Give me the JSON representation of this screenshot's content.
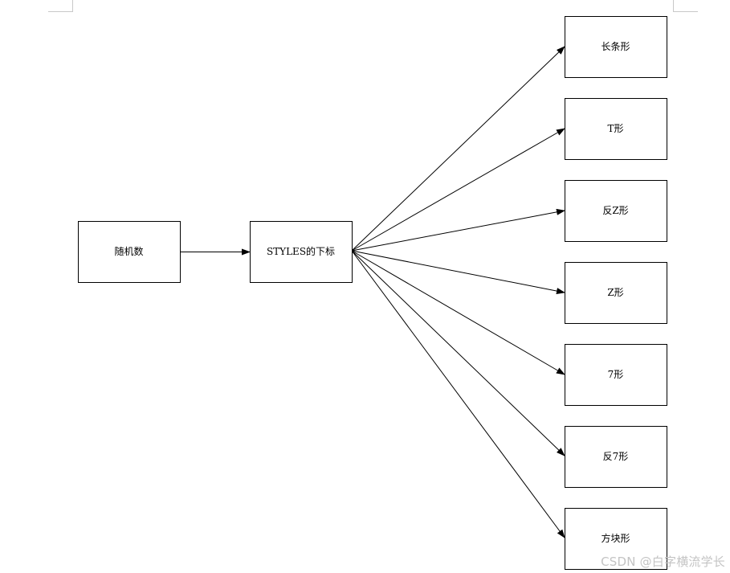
{
  "diagram": {
    "source": {
      "id": "random",
      "label": "随机数"
    },
    "middle": {
      "id": "styles-index",
      "label": "STYLES的下标"
    },
    "targets": [
      {
        "id": "long-bar",
        "label": "长条形"
      },
      {
        "id": "t-shape",
        "label": "T形"
      },
      {
        "id": "reverse-z",
        "label": "反Z形"
      },
      {
        "id": "z-shape",
        "label": "Z形"
      },
      {
        "id": "seven-shape",
        "label": "7形"
      },
      {
        "id": "reverse-seven",
        "label": "反7形"
      },
      {
        "id": "square-shape",
        "label": "方块形"
      }
    ],
    "edges": [
      {
        "from": "random",
        "to": "styles-index"
      },
      {
        "from": "styles-index",
        "to": "long-bar"
      },
      {
        "from": "styles-index",
        "to": "t-shape"
      },
      {
        "from": "styles-index",
        "to": "reverse-z"
      },
      {
        "from": "styles-index",
        "to": "z-shape"
      },
      {
        "from": "styles-index",
        "to": "seven-shape"
      },
      {
        "from": "styles-index",
        "to": "reverse-seven"
      },
      {
        "from": "styles-index",
        "to": "square-shape"
      }
    ]
  },
  "watermark": "CSDN @白字横流学长"
}
